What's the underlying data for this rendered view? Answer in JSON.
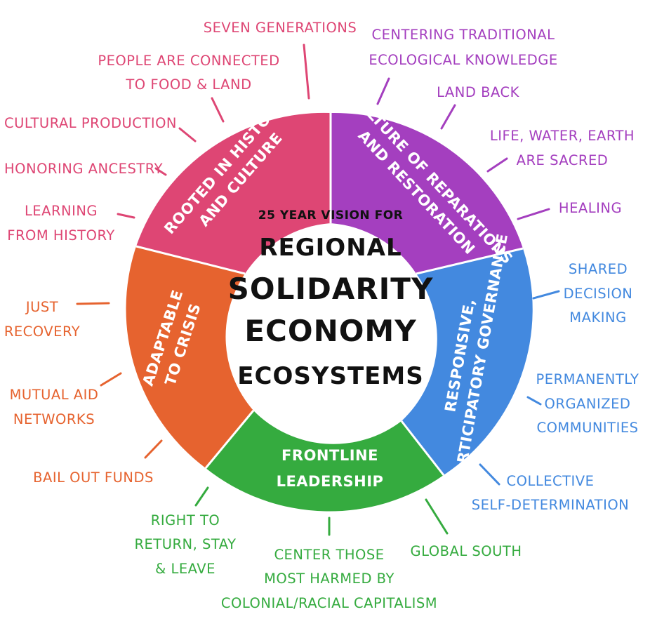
{
  "center": {
    "line1": "25 YEAR VISION FOR",
    "line2": "REGIONAL",
    "line3": "SOLIDARITY",
    "line4": "ECONOMY",
    "line5": "ECOSYSTEMS"
  },
  "colors": {
    "rooted": "#de4674",
    "culture": "#a43fbf",
    "governance": "#4389df",
    "leadership": "#35ab3f",
    "adaptable": "#e6632f"
  },
  "segments": {
    "rooted": {
      "line1": "ROOTED IN HISTORY",
      "line2": "AND CULTURE"
    },
    "culture": {
      "line1": "CULTURE OF REPARATIONS",
      "line2": "AND RESTORATION"
    },
    "governance": {
      "line1": "RESPONSIVE,",
      "line2": "PARTICIPATORY GOVERNANCE"
    },
    "leadership": {
      "line1": "FRONTLINE",
      "line2": "LEADERSHIP"
    },
    "adaptable": {
      "line1": "ADAPTABLE",
      "line2": "TO CRISIS"
    }
  },
  "labels": {
    "seven_generations": "SEVEN GENERATIONS",
    "people_connected_1": "PEOPLE ARE CONNECTED",
    "people_connected_2": "TO FOOD & LAND",
    "cultural_production": "CULTURAL PRODUCTION",
    "honoring_ancestry": "HONORING ANCESTRY",
    "learning_1": "LEARNING",
    "learning_2": "FROM HISTORY",
    "centering_tek_1": "CENTERING TRADITIONAL",
    "centering_tek_2": "ECOLOGICAL KNOWLEDGE",
    "land_back": "LAND BACK",
    "life_water_1": "LIFE, WATER, EARTH",
    "life_water_2": "ARE SACRED",
    "healing": "HEALING",
    "shared_1": "SHARED",
    "shared_2": "DECISION",
    "shared_3": "MAKING",
    "permanently_1": "PERMANENTLY",
    "permanently_2": "ORGANIZED",
    "permanently_3": "COMMUNITIES",
    "collective_1": "COLLECTIVE",
    "collective_2": "SELF-DETERMINATION",
    "global_south": "GLOBAL SOUTH",
    "center_those_1": "CENTER THOSE",
    "center_those_2": "MOST HARMED BY",
    "center_those_3": "COLONIAL/RACIAL CAPITALISM",
    "right_return_1": "RIGHT TO",
    "right_return_2": "RETURN, STAY",
    "right_return_3": "& LEAVE",
    "bail_out": "BAIL OUT FUNDS",
    "mutual_aid_1": "MUTUAL AID",
    "mutual_aid_2": "NETWORKS",
    "just_recovery_1": "JUST",
    "just_recovery_2": "RECOVERY"
  }
}
